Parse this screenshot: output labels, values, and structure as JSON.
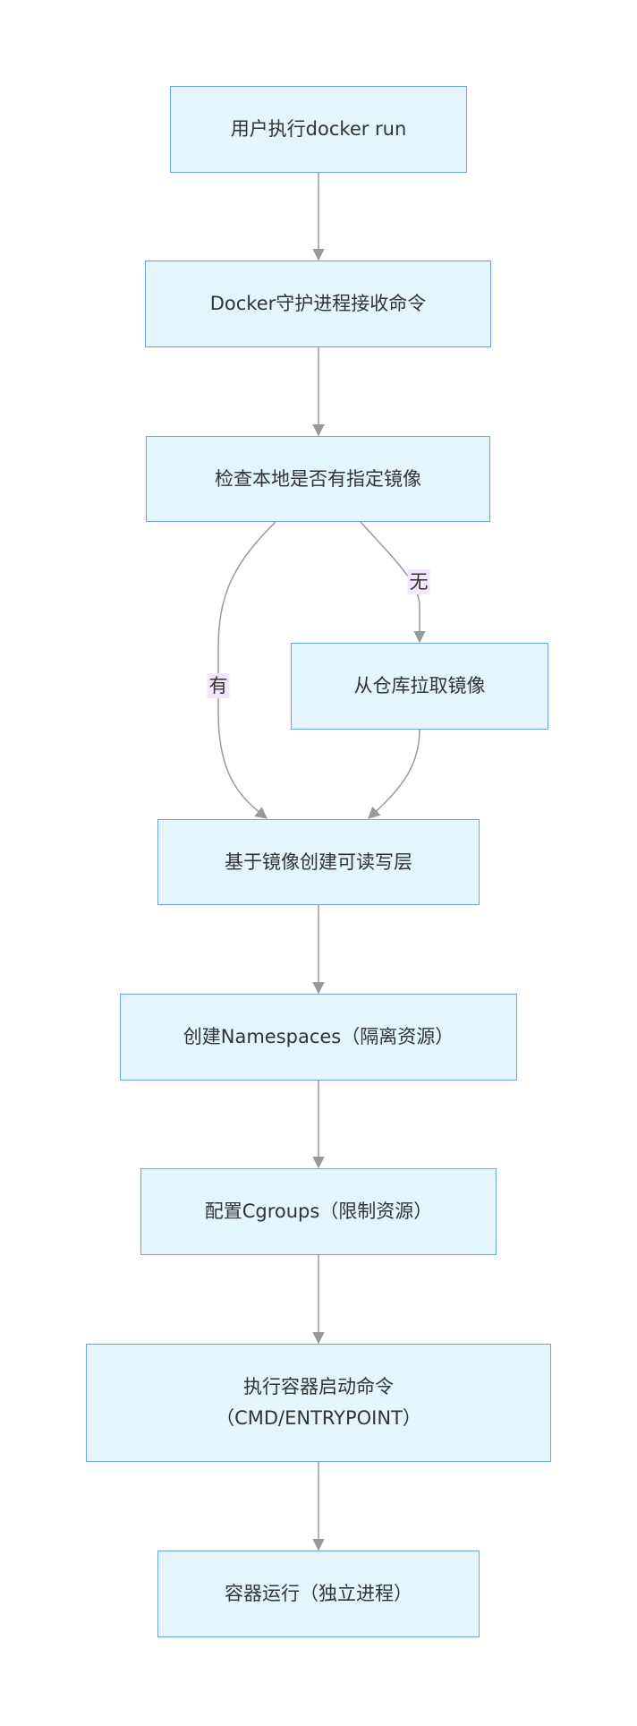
{
  "flowchart": {
    "nodes": {
      "start": "用户执行docker run",
      "daemon": "Docker守护进程接收命令",
      "check": "检查本地是否有指定镜像",
      "pull": "从仓库拉取镜像",
      "layer": "基于镜像创建可读写层",
      "namespaces": "创建Namespaces（隔离资源）",
      "cgroups": "配置Cgroups（限制资源）",
      "exec_line1": "执行容器启动命令",
      "exec_line2": "（CMD/ENTRYPOINT）",
      "running": "容器运行（独立进程）"
    },
    "edge_labels": {
      "has": "有",
      "none": "无"
    }
  },
  "colors": {
    "node_fill": "#e4f5fc",
    "node_border": "#6ea1ec",
    "edge": "#9a9a9a",
    "label_bg": "#f1e6fb",
    "text": "#333333"
  }
}
